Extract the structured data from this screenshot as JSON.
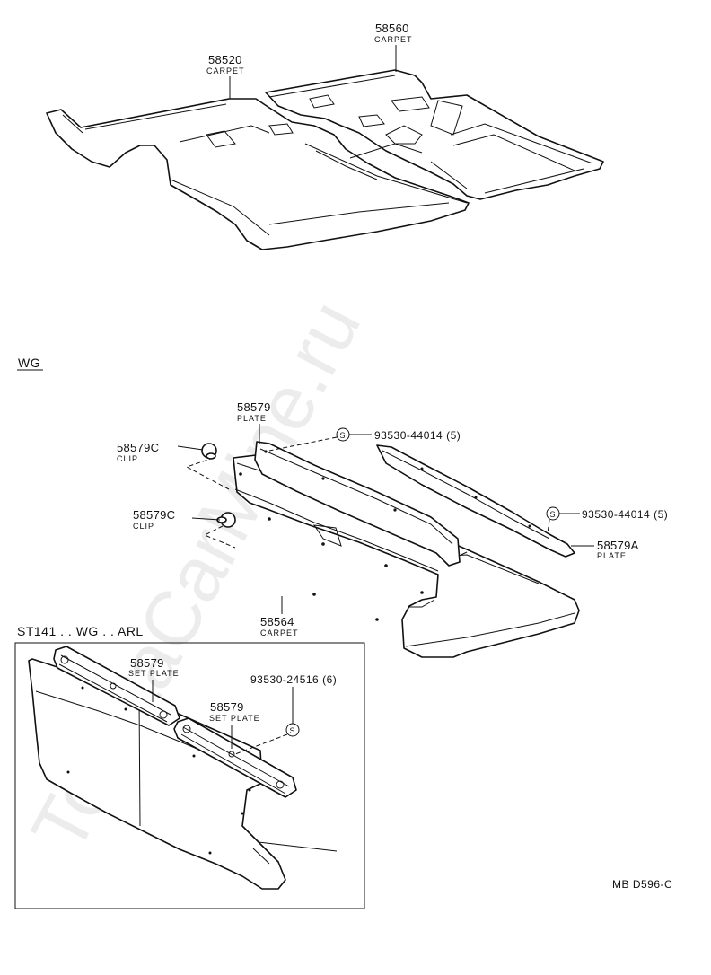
{
  "watermark": "ToyotaCarMine.ru",
  "top_parts": {
    "carpet_front": {
      "number": "58520",
      "name": "CARPET"
    },
    "carpet_rear": {
      "number": "58560",
      "name": "CARPET"
    }
  },
  "wg_section": {
    "label": "WG",
    "plate_upper": {
      "number": "58579",
      "name": "PLATE"
    },
    "screw_upper": {
      "symbol": "S",
      "number": "93530-44014 (5)"
    },
    "clip_upper": {
      "number": "58579C",
      "name": "CLIP"
    },
    "clip_lower": {
      "number": "58579C",
      "name": "CLIP"
    },
    "screw_right": {
      "symbol": "S",
      "number": "93530-44014 (5)"
    },
    "plate_right": {
      "number": "58579A",
      "name": "PLATE"
    },
    "carpet": {
      "number": "58564",
      "name": "CARPET"
    }
  },
  "inset": {
    "label": "ST141 . . WG . . ARL",
    "set_plate_1": {
      "number": "58579",
      "name": "SET PLATE"
    },
    "set_plate_2": {
      "number": "58579",
      "name": "SET PLATE"
    },
    "screw": {
      "symbol": "S",
      "number": "93530-24516 (6)"
    }
  },
  "diagram_code": "MB D596-C"
}
